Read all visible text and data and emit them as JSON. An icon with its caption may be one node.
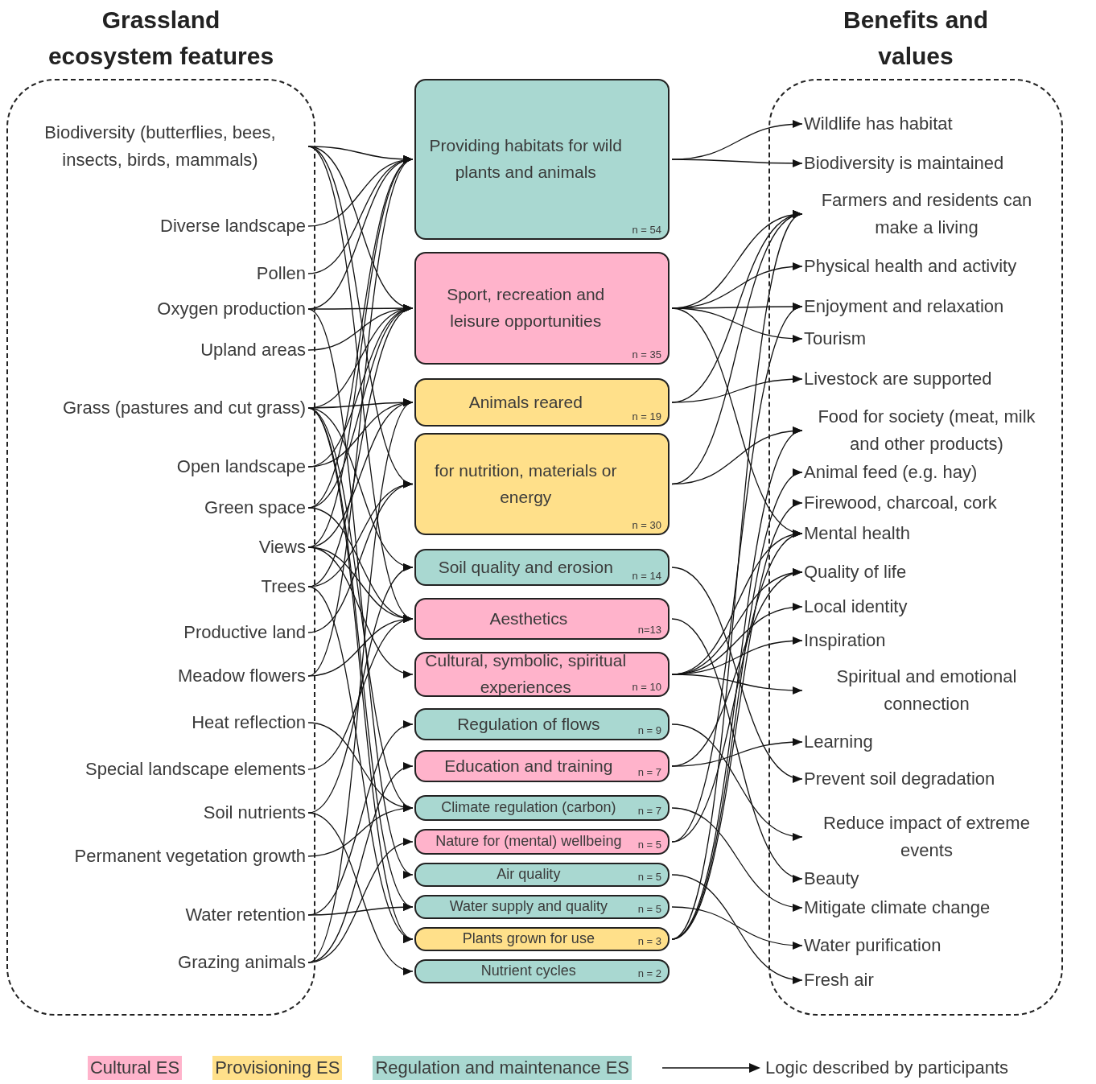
{
  "diagram": {
    "nodes": [
      {
        "text": [
          "Grassland ecosystem features"
        ]
      },
      {
        "text": [
          "Biodiversity (butterflies, bees, insects, birds, mammals)"
        ],
        "in": 0
      },
      {
        "text": [
          "Diverse landscape"
        ],
        "in": 0
      },
      {
        "text": [
          "Pollen"
        ],
        "in": 0
      },
      {
        "text": [
          "Oxygen production"
        ],
        "in": 0
      },
      {
        "text": [
          "Upland areas"
        ],
        "in": 0
      },
      {
        "text": [
          "Grass (pastures and cut grass)"
        ],
        "in": 0
      },
      {
        "text": [
          "Open landscape"
        ],
        "in": 0
      },
      {
        "text": [
          "Green space"
        ],
        "in": 0
      },
      {
        "text": [
          "Views"
        ],
        "in": 0
      },
      {
        "text": [
          "Trees"
        ],
        "in": 0
      },
      {
        "text": [
          "Productive land"
        ],
        "in": 0
      },
      {
        "text": [
          "Meadow flowers"
        ],
        "in": 0
      },
      {
        "text": [
          "Heat reflection"
        ],
        "in": 0
      },
      {
        "text": [
          "Special landscape elements"
        ],
        "in": 0
      },
      {
        "text": [
          "Soil nutrients"
        ],
        "in": 0
      },
      {
        "text": [
          "Permanent vegetation growth"
        ],
        "in": 0
      },
      {
        "text": [
          "Water retention"
        ],
        "in": 0
      },
      {
        "text": [
          "Grazing animals"
        ],
        "in": 0
      },
      {
        "text": [
          "Providing habitats for wild plants  and animals",
          "n = 54"
        ]
      },
      {
        "text": [
          "Sport, recreation and leisure opportunities",
          "n = 35"
        ]
      },
      {
        "text": [
          "Animals reared",
          "n = 19"
        ]
      },
      {
        "text": [
          "for nutrition, materials or energy",
          "n = 30"
        ]
      },
      {
        "text": [
          "Soil quality and erosion",
          "n = 14"
        ]
      },
      {
        "text": [
          "Aesthetics",
          "n=13"
        ]
      },
      {
        "text": [
          "Cultural, symbolic, spiritual experiences",
          "n = 10"
        ]
      },
      {
        "text": [
          "Regulation of flows",
          "n = 9"
        ]
      },
      {
        "text": [
          "Education and training",
          "n = 7"
        ]
      },
      {
        "text": [
          "Climate regulation (carbon)",
          "n = 7"
        ]
      },
      {
        "text": [
          "Nature for (mental) wellbeing",
          "n = 5"
        ]
      },
      {
        "text": [
          "Air quality",
          "n = 5"
        ]
      },
      {
        "text": [
          "Water supply and quality",
          "n = 5"
        ]
      },
      {
        "text": [
          "Plants grown for use",
          "n = 3"
        ]
      },
      {
        "text": [
          "Nutrient cycles",
          "n = 2"
        ]
      },
      {
        "text": [
          "Benefits and values"
        ]
      },
      {
        "text": [
          "Wildlife has habitat"
        ],
        "in": 34
      },
      {
        "text": [
          "Biodiversity is maintained"
        ],
        "in": 34
      },
      {
        "text": [
          "Farmers and residents can make a living"
        ],
        "in": 34
      },
      {
        "text": [
          "Physical health and activity"
        ],
        "in": 34
      },
      {
        "text": [
          "Enjoyment and relaxation"
        ],
        "in": 34
      },
      {
        "text": [
          "Tourism"
        ],
        "in": 34
      },
      {
        "text": [
          "Livestock are supported"
        ],
        "in": 34
      },
      {
        "text": [
          "Food for society (meat, milk and other products)"
        ],
        "in": 34
      },
      {
        "text": [
          "Animal feed (e.g. hay)"
        ],
        "in": 34
      },
      {
        "text": [
          "Firewood, charcoal, cork"
        ],
        "in": 34
      },
      {
        "text": [
          "Mental health"
        ],
        "in": 34
      },
      {
        "text": [
          "Quality of life"
        ],
        "in": 34
      },
      {
        "text": [
          "Local identity"
        ],
        "in": 34
      },
      {
        "text": [
          "Inspiration"
        ],
        "in": 34
      },
      {
        "text": [
          "Spiritual and emotional connection"
        ],
        "in": 34
      },
      {
        "text": [
          "Learning"
        ],
        "in": 34
      },
      {
        "text": [
          "Prevent soil degradation"
        ],
        "in": 34
      },
      {
        "text": [
          "Reduce impact of extreme events"
        ],
        "in": 34
      },
      {
        "text": [
          "Beauty"
        ],
        "in": 34
      },
      {
        "text": [
          "Mitigate climate change"
        ],
        "in": 34
      },
      {
        "text": [
          "Water purification"
        ],
        "in": 34
      },
      {
        "text": [
          "Fresh air"
        ],
        "in": 34
      }
    ],
    "edges": [
      {
        "from": 1,
        "to": 19,
        "arrow": "to"
      },
      {
        "from": 1,
        "to": 20,
        "arrow": "to"
      },
      {
        "from": 1,
        "to": 22,
        "arrow": "to"
      },
      {
        "from": 1,
        "to": 24,
        "arrow": "to"
      },
      {
        "from": 2,
        "to": 19,
        "arrow": "to"
      },
      {
        "from": 3,
        "to": 19,
        "arrow": "to"
      },
      {
        "from": 4,
        "to": 19,
        "arrow": "to"
      },
      {
        "from": 4,
        "to": 20,
        "arrow": "to"
      },
      {
        "from": 4,
        "to": 30,
        "arrow": "to"
      },
      {
        "from": 5,
        "to": 20,
        "arrow": "to"
      },
      {
        "from": 6,
        "to": 20,
        "arrow": "to"
      },
      {
        "from": 6,
        "to": 21,
        "arrow": "to"
      },
      {
        "from": 6,
        "to": 23,
        "arrow": "to"
      },
      {
        "from": 6,
        "to": 28,
        "arrow": "to"
      },
      {
        "from": 6,
        "to": 31,
        "arrow": "to"
      },
      {
        "from": 6,
        "to": 32,
        "arrow": "to"
      },
      {
        "from": 7,
        "to": 20,
        "arrow": "to"
      },
      {
        "from": 7,
        "to": 21,
        "arrow": "to"
      },
      {
        "from": 8,
        "to": 19,
        "arrow": "to"
      },
      {
        "from": 8,
        "to": 20,
        "arrow": "to"
      },
      {
        "from": 8,
        "to": 24,
        "arrow": "to"
      },
      {
        "from": 9,
        "to": 19,
        "arrow": "to"
      },
      {
        "from": 9,
        "to": 21,
        "arrow": "to"
      },
      {
        "from": 9,
        "to": 24,
        "arrow": "to"
      },
      {
        "from": 9,
        "to": 25,
        "arrow": "to"
      },
      {
        "from": 10,
        "to": 20,
        "arrow": "to"
      },
      {
        "from": 10,
        "to": 22,
        "arrow": "to"
      },
      {
        "from": 10,
        "to": 32,
        "arrow": "to"
      },
      {
        "from": 11,
        "to": 22,
        "arrow": "to"
      },
      {
        "from": 12,
        "to": 19,
        "arrow": "to"
      },
      {
        "from": 12,
        "to": 24,
        "arrow": "to"
      },
      {
        "from": 13,
        "to": 28,
        "arrow": "to"
      },
      {
        "from": 14,
        "to": 24,
        "arrow": "to"
      },
      {
        "from": 15,
        "to": 23,
        "arrow": "to"
      },
      {
        "from": 15,
        "to": 33,
        "arrow": "to"
      },
      {
        "from": 16,
        "to": 28,
        "arrow": "to"
      },
      {
        "from": 17,
        "to": 26,
        "arrow": "to"
      },
      {
        "from": 17,
        "to": 31,
        "arrow": "to"
      },
      {
        "from": 18,
        "to": 21,
        "arrow": "to"
      },
      {
        "from": 18,
        "to": 27,
        "arrow": "to"
      },
      {
        "from": 18,
        "to": 29,
        "arrow": "to"
      },
      {
        "from": 19,
        "to": 35,
        "arrow": "to"
      },
      {
        "from": 19,
        "to": 36,
        "arrow": "to"
      },
      {
        "from": 20,
        "to": 37,
        "arrow": "to"
      },
      {
        "from": 20,
        "to": 38,
        "arrow": "to"
      },
      {
        "from": 20,
        "to": 39,
        "arrow": "to"
      },
      {
        "from": 20,
        "to": 40,
        "arrow": "to"
      },
      {
        "from": 20,
        "to": 45,
        "arrow": "to"
      },
      {
        "from": 21,
        "to": 37,
        "arrow": "to"
      },
      {
        "from": 21,
        "to": 41,
        "arrow": "to"
      },
      {
        "from": 22,
        "to": 37,
        "arrow": "to"
      },
      {
        "from": 22,
        "to": 42,
        "arrow": "to"
      },
      {
        "from": 23,
        "to": 51,
        "arrow": "to"
      },
      {
        "from": 24,
        "to": 53,
        "arrow": "to"
      },
      {
        "from": 25,
        "to": 45,
        "arrow": "to"
      },
      {
        "from": 25,
        "to": 46,
        "arrow": "to"
      },
      {
        "from": 25,
        "to": 47,
        "arrow": "to"
      },
      {
        "from": 25,
        "to": 48,
        "arrow": "to"
      },
      {
        "from": 25,
        "to": 49,
        "arrow": "to"
      },
      {
        "from": 26,
        "to": 52,
        "arrow": "to"
      },
      {
        "from": 27,
        "to": 46,
        "arrow": "to"
      },
      {
        "from": 27,
        "to": 50,
        "arrow": "to"
      },
      {
        "from": 28,
        "to": 54,
        "arrow": "to"
      },
      {
        "from": 29,
        "to": 39,
        "arrow": "to"
      },
      {
        "from": 29,
        "to": 45,
        "arrow": "to"
      },
      {
        "from": 30,
        "to": 56,
        "arrow": "to"
      },
      {
        "from": 31,
        "to": 55,
        "arrow": "to"
      },
      {
        "from": 32,
        "to": 37,
        "arrow": "to"
      },
      {
        "from": 32,
        "to": 42,
        "arrow": "to"
      },
      {
        "from": 32,
        "to": 43,
        "arrow": "to"
      },
      {
        "from": 32,
        "to": 44,
        "arrow": "to"
      }
    ],
    "legend": [
      {
        "text": "Cultural ES",
        "color": "#ffb3cb"
      },
      {
        "text": "Provisioning ES",
        "color": "#ffe08a"
      },
      {
        "text": "Regulation and maintenance ES",
        "color": "#a9d8d1"
      },
      {
        "text": "Logic described by participants"
      }
    ]
  }
}
